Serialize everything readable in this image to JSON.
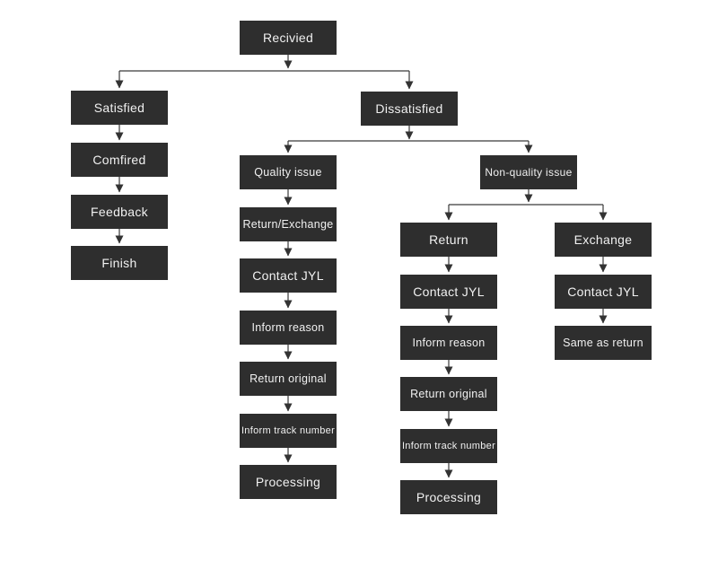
{
  "colors": {
    "background": "#ffffff",
    "node_fill": "#2e2e2e",
    "node_text": "#f1f1f1",
    "connector": "#3a3a3a"
  },
  "flowchart": {
    "type": "flowchart",
    "nodes": {
      "recivied": {
        "label": "Recivied"
      },
      "satisfied": {
        "label": "Satisfied"
      },
      "comfired": {
        "label": "Comfired"
      },
      "feedback": {
        "label": "Feedback"
      },
      "finish": {
        "label": "Finish"
      },
      "dissatisfied": {
        "label": "Dissatisfied"
      },
      "quality_issue": {
        "label": "Quality issue"
      },
      "quality_return_exchange": {
        "label": "Return/Exchange"
      },
      "quality_contact_jyl": {
        "label": "Contact JYL"
      },
      "quality_inform_reason": {
        "label": "Inform reason"
      },
      "quality_return_original": {
        "label": "Return original"
      },
      "quality_inform_track_number": {
        "label": "Inform track number"
      },
      "quality_processing": {
        "label": "Processing"
      },
      "non_quality_issue": {
        "label": "Non-quality issue"
      },
      "return": {
        "label": "Return"
      },
      "return_contact_jyl": {
        "label": "Contact JYL"
      },
      "return_inform_reason": {
        "label": "Inform reason"
      },
      "return_return_original": {
        "label": "Return original"
      },
      "return_inform_track_number": {
        "label": "Inform track number"
      },
      "return_processing": {
        "label": "Processing"
      },
      "exchange": {
        "label": "Exchange"
      },
      "exchange_contact_jyl": {
        "label": "Contact JYL"
      },
      "exchange_same_as_return": {
        "label": "Same as return"
      }
    },
    "edges": [
      {
        "from": "Recivied",
        "to": "Satisfied"
      },
      {
        "from": "Recivied",
        "to": "Dissatisfied"
      },
      {
        "from": "Satisfied",
        "to": "Comfired"
      },
      {
        "from": "Comfired",
        "to": "Feedback"
      },
      {
        "from": "Feedback",
        "to": "Finish"
      },
      {
        "from": "Dissatisfied",
        "to": "Quality issue"
      },
      {
        "from": "Dissatisfied",
        "to": "Non-quality issue"
      },
      {
        "from": "Quality issue",
        "to": "Return/Exchange"
      },
      {
        "from": "Return/Exchange",
        "to": "Contact JYL"
      },
      {
        "from": "Contact JYL (quality)",
        "to": "Inform reason"
      },
      {
        "from": "Inform reason (quality)",
        "to": "Return original"
      },
      {
        "from": "Return original (quality)",
        "to": "Inform track number"
      },
      {
        "from": "Inform track number (quality)",
        "to": "Processing"
      },
      {
        "from": "Non-quality issue",
        "to": "Return"
      },
      {
        "from": "Non-quality issue",
        "to": "Exchange"
      },
      {
        "from": "Return",
        "to": "Contact JYL"
      },
      {
        "from": "Contact JYL (return)",
        "to": "Inform reason"
      },
      {
        "from": "Inform reason (return)",
        "to": "Return original"
      },
      {
        "from": "Return original (return)",
        "to": "Inform track number"
      },
      {
        "from": "Inform track number (return)",
        "to": "Processing"
      },
      {
        "from": "Exchange",
        "to": "Contact JYL"
      },
      {
        "from": "Contact JYL (exchange)",
        "to": "Same as return"
      }
    ]
  }
}
